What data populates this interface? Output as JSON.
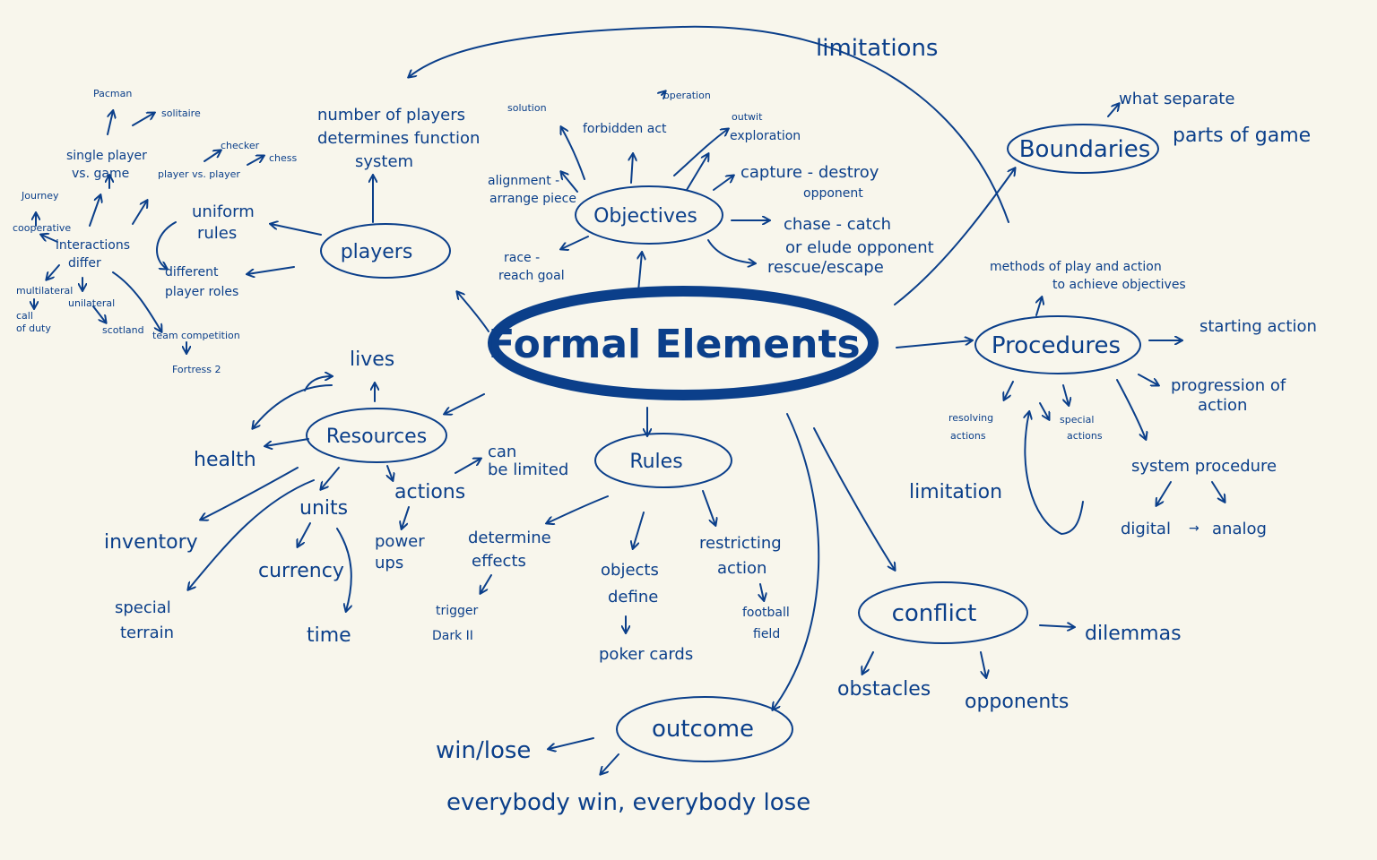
{
  "colors": {
    "ink": "#0b3f8a",
    "paper": "#f8f6ec"
  },
  "hub": "Formal Elements",
  "nodes": {
    "players": "players",
    "objectives": "Objectives",
    "resources": "Resources",
    "rules": "Rules",
    "procedures": "Procedures",
    "boundaries": "Boundaries",
    "conflict": "conflict",
    "outcome": "outcome"
  },
  "labels": {
    "limitations_top": "limitations",
    "number_of_players": [
      "number of players",
      "determines function",
      "system"
    ],
    "uniform_rules": [
      "uniform",
      "rules"
    ],
    "different_player_roles": [
      "different",
      "player roles"
    ],
    "interactions_differ": [
      "interactions",
      "differ"
    ],
    "single_player": [
      "single player",
      "vs. game"
    ],
    "pacman": "Pacman",
    "solitaire": "solitaire",
    "player_vs_player": "player vs. player",
    "checkers": "checker",
    "chess": "chess",
    "journey": "Journey",
    "cooperative": "cooperative",
    "multilateral": "multilateral",
    "call_of_duty": [
      "call",
      "of duty"
    ],
    "unilateral": "unilateral",
    "scotland": "scotland",
    "team_competition": "team competition",
    "fortress_2": "Fortress 2",
    "solution": "solution",
    "forbidden_act": "forbidden act",
    "operation": "operation",
    "outwit": "outwit",
    "exploration": "exploration",
    "alignment": [
      "alignment -",
      "arrange piece"
    ],
    "capture_destroy": [
      "capture - destroy",
      "opponent"
    ],
    "chase_catch": [
      "chase - catch",
      "or elude opponent"
    ],
    "race": [
      "race -",
      "reach goal"
    ],
    "rescue_escape": "rescue/escape",
    "lives": "lives",
    "health": "health",
    "inventory": "inventory",
    "special_terrain": [
      "special",
      "terrain"
    ],
    "units": "units",
    "currency": "currency",
    "time": "time",
    "actions": "actions",
    "can_be_limited": [
      "can",
      "be limited"
    ],
    "power_ups": [
      "power",
      "ups"
    ],
    "determine_effects": [
      "determine",
      "effects"
    ],
    "trigger": [
      "trigger",
      "Dark II"
    ],
    "objects_define": [
      "objects",
      "define"
    ],
    "poker_cards": "poker cards",
    "restricting_action": [
      "restricting",
      "action"
    ],
    "football_field": [
      "football",
      "field"
    ],
    "what_separates": "what separate",
    "parts_of_game": "parts of game",
    "methods_of_play": [
      "methods of play and action",
      "to achieve objectives"
    ],
    "starting_action": "starting action",
    "progression_of_action": [
      "progression of",
      "action"
    ],
    "resolving_actions": [
      "resolving",
      "actions"
    ],
    "special_actions": [
      "special",
      "actions"
    ],
    "system_procedure": "system procedure",
    "digital": "digital",
    "analog": "analog",
    "limitation_mid": "limitation",
    "dilemmas": "dilemmas",
    "obstacles": "obstacles",
    "opponents": "opponents",
    "win_lose": "win/lose",
    "everybody": "everybody win, everybody lose"
  }
}
